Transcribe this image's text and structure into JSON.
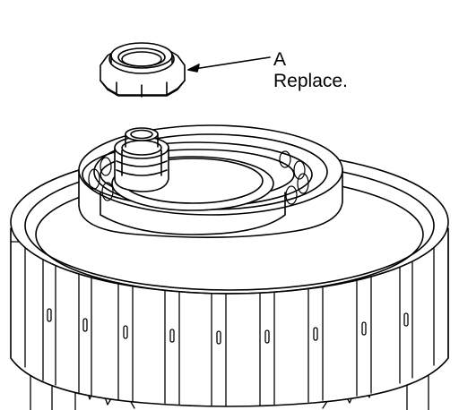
{
  "callout": {
    "letter": "A",
    "text": "Replace."
  },
  "parts": {
    "nut": "locknut",
    "assembly": "clutch-drum-assembly"
  },
  "colors": {
    "ink": "#000000",
    "paper": "#ffffff"
  }
}
